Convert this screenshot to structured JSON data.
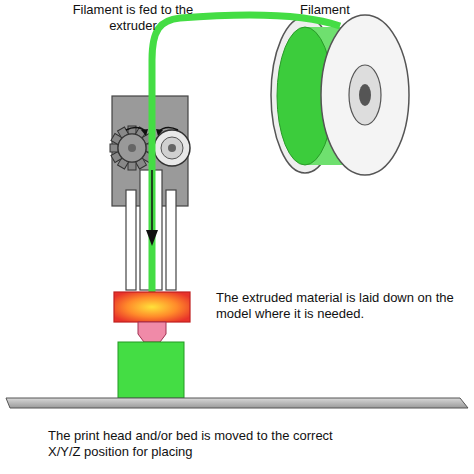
{
  "diagram": {
    "labels": [
      "Filament is fed to the extruder",
      "Filament",
      "The extruded material is laid down on the model where it is needed.",
      "The print head and/or bed is moved to the correct X/Y/Z position for placing"
    ]
  }
}
